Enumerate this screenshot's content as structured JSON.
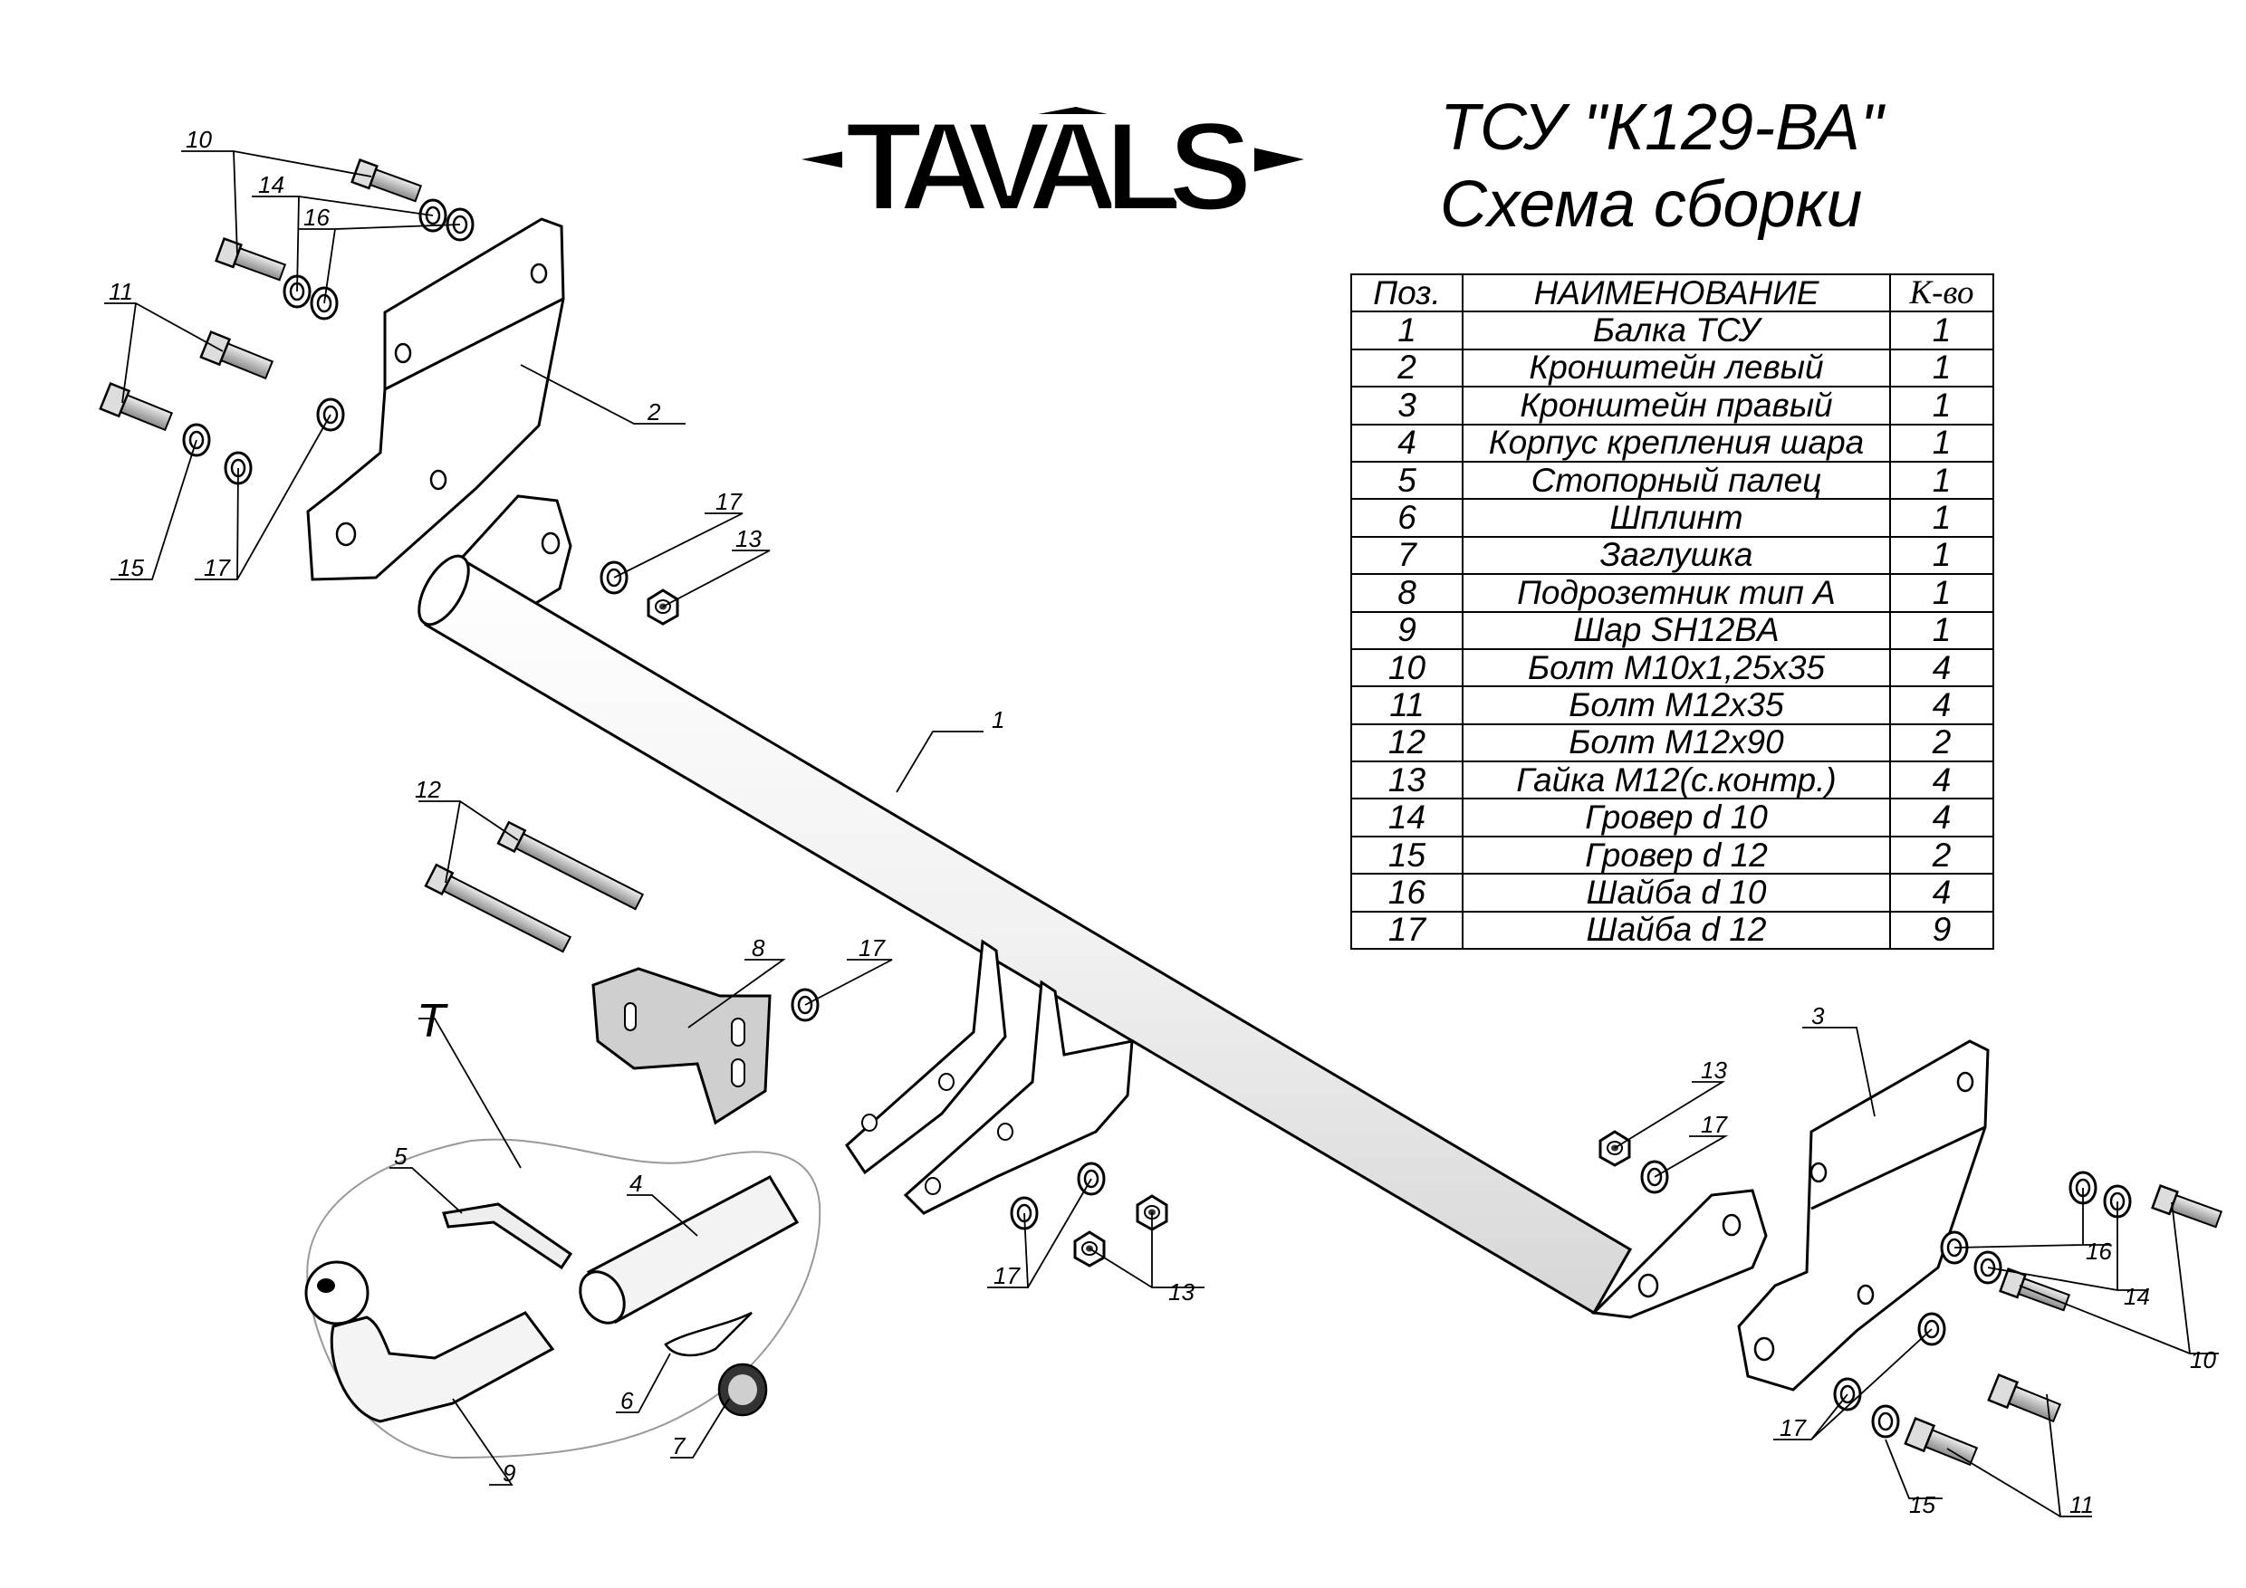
{
  "logo": {
    "text": "TAVALS"
  },
  "title": {
    "line1": "ТСУ \"К129-ВА\"",
    "line2": "Схема сборки"
  },
  "table": {
    "headers": {
      "pos": "Поз.",
      "name": "НАИМЕНОВАНИЕ",
      "qty": "К-во"
    },
    "rows": [
      {
        "pos": "1",
        "name": "Балка ТСУ",
        "qty": "1"
      },
      {
        "pos": "2",
        "name": "Кронштейн левый",
        "qty": "1"
      },
      {
        "pos": "3",
        "name": "Кронштейн правый",
        "qty": "1"
      },
      {
        "pos": "4",
        "name": "Корпус крепления шара",
        "qty": "1"
      },
      {
        "pos": "5",
        "name": "Стопорный палец",
        "qty": "1"
      },
      {
        "pos": "6",
        "name": "Шплинт",
        "qty": "1"
      },
      {
        "pos": "7",
        "name": "Заглушка",
        "qty": "1"
      },
      {
        "pos": "8",
        "name": "Подрозетник тип А",
        "qty": "1"
      },
      {
        "pos": "9",
        "name": "Шар SH12BA",
        "qty": "1"
      },
      {
        "pos": "10",
        "name": "Болт М10х1,25х35",
        "qty": "4"
      },
      {
        "pos": "11",
        "name": "Болт М12х35",
        "qty": "4"
      },
      {
        "pos": "12",
        "name": "Болт М12х90",
        "qty": "2"
      },
      {
        "pos": "13",
        "name": "Гайка М12(с.контр.)",
        "qty": "4"
      },
      {
        "pos": "14",
        "name": "Гровер d 10",
        "qty": "4"
      },
      {
        "pos": "15",
        "name": "Гровер d 12",
        "qty": "2"
      },
      {
        "pos": "16",
        "name": "Шайба d 10",
        "qty": "4"
      },
      {
        "pos": "17",
        "name": "Шайба d 12",
        "qty": "9"
      }
    ]
  },
  "callouts": {
    "c1": "1",
    "c2": "2",
    "c3": "3",
    "c4": "4",
    "c5": "5",
    "c6": "6",
    "c7": "7",
    "c8": "8",
    "c9": "9",
    "c10a": "10",
    "c10b": "10",
    "c11a": "11",
    "c11b": "11",
    "c12": "12",
    "c13a": "13",
    "c13b": "13",
    "c13c": "13",
    "c14a": "14",
    "c14b": "14",
    "c15a": "15",
    "c15b": "15",
    "c16a": "16",
    "c16b": "16",
    "c17a": "17",
    "c17b": "17",
    "c17c": "17",
    "c17d": "17",
    "c17e": "17",
    "c17f": "17",
    "T": "T"
  }
}
